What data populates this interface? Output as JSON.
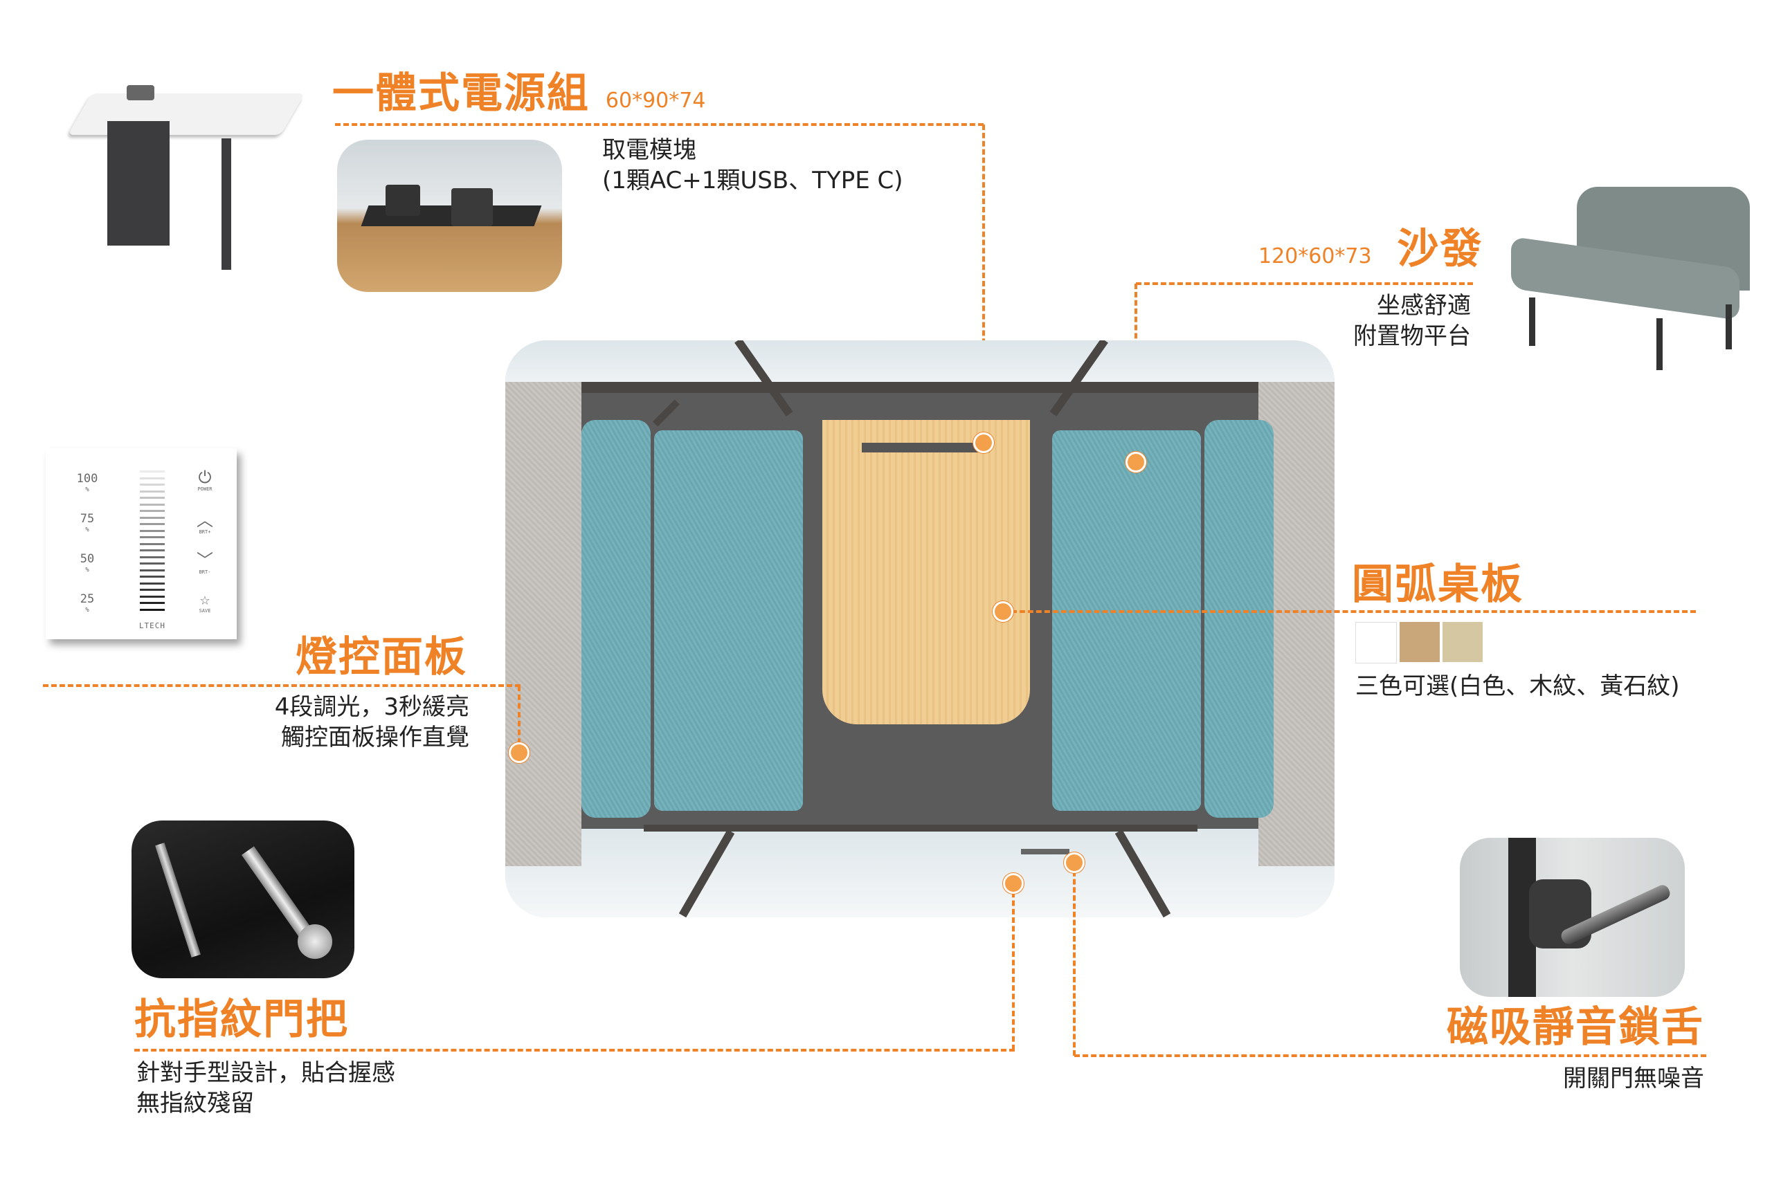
{
  "power": {
    "title": "一體式電源組",
    "dimensions": "60*90*74",
    "desc_line1": "取電模塊",
    "desc_line2": "(1顆AC+1顆USB、TYPE C)"
  },
  "sofa": {
    "title": "沙發",
    "dimensions": "120*60*73",
    "desc_line1": "坐感舒適",
    "desc_line2": "附置物平台"
  },
  "light_control": {
    "title": "燈控面板",
    "desc_line1": "4段調光，3秒緩亮",
    "desc_line2": "觸控面板操作直覺",
    "panel": {
      "levels": [
        {
          "value": "100",
          "unit": "%"
        },
        {
          "value": "75",
          "unit": "%"
        },
        {
          "value": "50",
          "unit": "%"
        },
        {
          "value": "25",
          "unit": "%"
        }
      ],
      "buttons": [
        {
          "icon": "power-icon",
          "glyph": "⏻",
          "label": "POWER"
        },
        {
          "icon": "chevron-up-icon",
          "glyph": "︿",
          "label": "BRT+"
        },
        {
          "icon": "chevron-down-icon",
          "glyph": "﹀",
          "label": "BRT-"
        },
        {
          "icon": "star-icon",
          "glyph": "☆",
          "label": "SAVE"
        }
      ],
      "brand": "LTECH"
    }
  },
  "tabletop": {
    "title": "圓弧桌板",
    "swatches": [
      "#FFFFFF",
      "#C9A77A",
      "#D6C7A3"
    ],
    "desc": "三色可選(白色、木紋、黃石紋)"
  },
  "handle": {
    "title": "抗指紋門把",
    "desc_line1": "針對手型設計，貼合握感",
    "desc_line2": "無指紋殘留"
  },
  "lock": {
    "title": "磁吸靜音鎖舌",
    "desc": "開關門無噪音"
  },
  "colors": {
    "accent": "#EF8226",
    "teal": "#6AA6B0",
    "wood": "#F0CE93"
  }
}
